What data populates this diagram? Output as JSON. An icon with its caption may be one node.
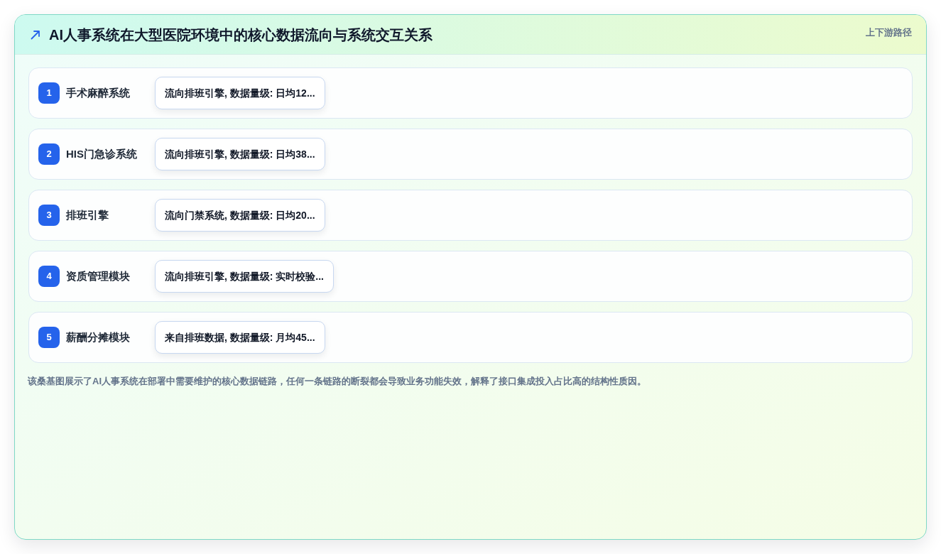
{
  "diagram": {
    "title": "AI人事系统在大型医院环境中的核心数据流向与系统交互关系",
    "caption": "该桑基图展示了AI人事系统在部署中需要维护的核心数据链路，任何一条链路的断裂都会导致业务功能失效，解释了接口集成投入占比高的结构性质因。",
    "nodes": [
      {
        "text": [
          "手术麻醉系统"
        ]
      },
      {
        "text": [
          "1"
        ],
        "in": 0
      },
      {
        "text": [
          "流向排班引擎, 数据量级: 日均12..."
        ],
        "in": 0
      },
      {
        "text": [
          "HIS门急诊系统"
        ]
      },
      {
        "text": [
          "2"
        ],
        "in": 3
      },
      {
        "text": [
          "流向排班引擎, 数据量级: 日均38..."
        ],
        "in": 3
      },
      {
        "text": [
          "排班引擎"
        ]
      },
      {
        "text": [
          "3"
        ],
        "in": 6
      },
      {
        "text": [
          "流向门禁系统, 数据量级: 日均20..."
        ],
        "in": 6
      },
      {
        "text": [
          "资质管理模块"
        ]
      },
      {
        "text": [
          "4"
        ],
        "in": 9
      },
      {
        "text": [
          "流向排班引擎, 数据量级: 实时校验..."
        ],
        "in": 9
      },
      {
        "text": [
          "薪酬分摊模块"
        ]
      },
      {
        "text": [
          "5"
        ],
        "in": 12
      },
      {
        "text": [
          "来自排班数据, 数据量级: 月均45..."
        ],
        "in": 12
      }
    ],
    "labels": [
      "上下游路径"
    ]
  }
}
